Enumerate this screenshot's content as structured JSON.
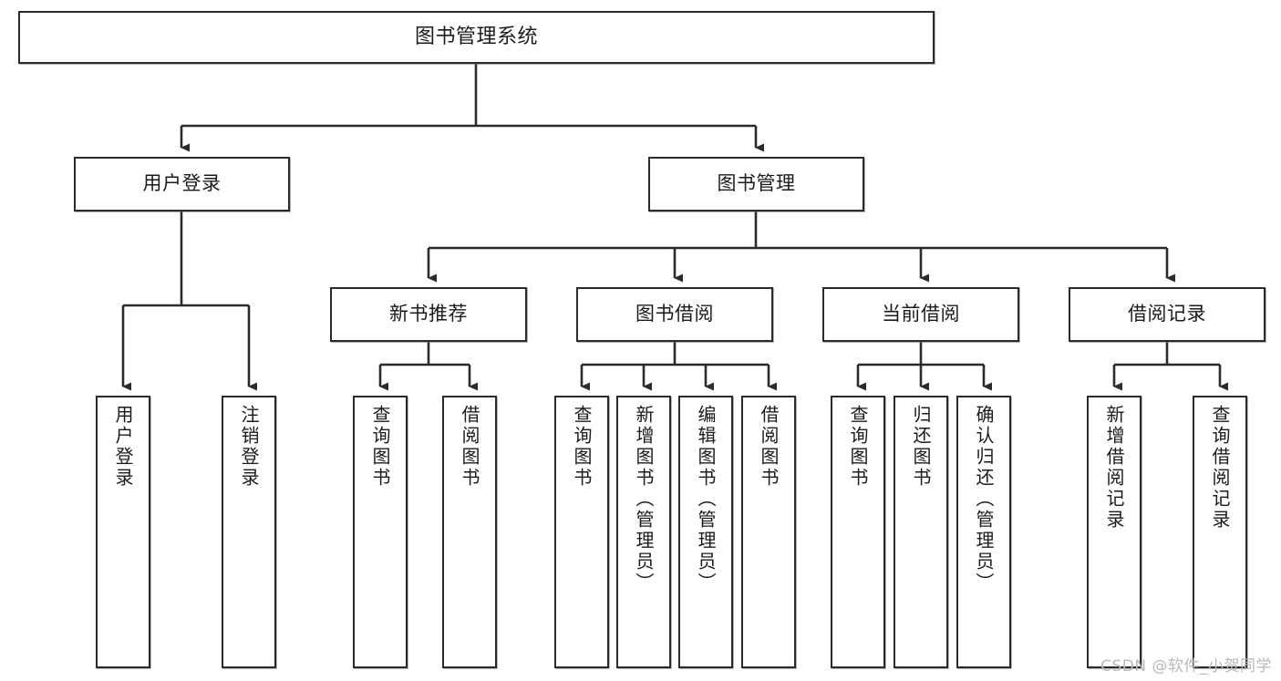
{
  "diagram": {
    "title": "图书管理系统",
    "type": "tree-hierarchy-chart",
    "colors": {
      "box_border": "#2b2b2b",
      "box_fill": "#ffffff",
      "edge": "#2b2b2b",
      "text": "#1b1b1b",
      "watermark": "#b9b9b9",
      "background": "#ffffff"
    },
    "root": {
      "label": "图书管理系统"
    },
    "level2": [
      {
        "label": "用户登录"
      },
      {
        "label": "图书管理"
      }
    ],
    "level3": [
      {
        "label": "新书推荐"
      },
      {
        "label": "图书借阅"
      },
      {
        "label": "当前借阅"
      },
      {
        "label": "借阅记录"
      }
    ],
    "leaves": {
      "user_login": [
        {
          "label": "用户登录"
        },
        {
          "label": "注销登录"
        }
      ],
      "new_book_recommend": [
        {
          "label": "查询图书"
        },
        {
          "label": "借阅图书"
        }
      ],
      "book_borrow": [
        {
          "label": "查询图书"
        },
        {
          "label": "新增图书（管理员）"
        },
        {
          "label": "编辑图书（管理员）"
        },
        {
          "label": "借阅图书"
        }
      ],
      "current_borrow": [
        {
          "label": "查询图书"
        },
        {
          "label": "归还图书"
        },
        {
          "label": "确认归还（管理员）"
        }
      ],
      "borrow_record": [
        {
          "label": "新增借阅记录"
        },
        {
          "label": "查询借阅记录"
        }
      ]
    }
  },
  "watermark": {
    "text": "CSDN @软件_小贺同学"
  }
}
